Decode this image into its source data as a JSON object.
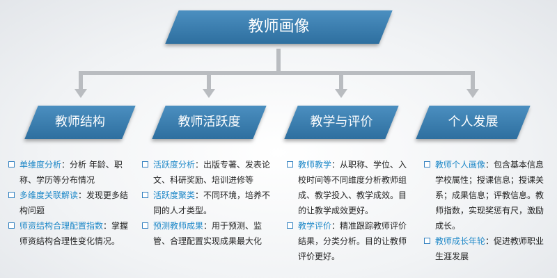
{
  "root": {
    "label": "教师画像"
  },
  "branches": [
    {
      "label": "教师结构",
      "items": [
        {
          "title": "单维度分析",
          "desc": "：分析 年龄、职称、学历等分布情况"
        },
        {
          "title": "多维度关联解读",
          "desc": "：发现更多结构问题"
        },
        {
          "title": "师资结构合理配置指数",
          "desc": "：掌握师资结构合理性变化情况。"
        }
      ]
    },
    {
      "label": "教师活跃度",
      "items": [
        {
          "title": "活跃度分析",
          "desc": "：出版专著、发表论文、科研奖励、培训进修等"
        },
        {
          "title": "活跃度聚类",
          "desc": "：不同环境，培养不同的人才类型。"
        },
        {
          "title": "预测教师成果",
          "desc": "：用于预测、监管、合理配置实现成果最大化"
        }
      ]
    },
    {
      "label": "教学与评价",
      "items": [
        {
          "title": "教师教学",
          "desc": "：从职称、学位、入校时间等不同维度分析教师组成、教学投入、教学成效。目的让教学成效更好。"
        },
        {
          "title": "教学评价",
          "desc": "：精准跟踪教师评价结果，分类分析。目的让教师评价更好。"
        }
      ]
    },
    {
      "label": "个人发展",
      "items": [
        {
          "title": "教师个人画像",
          "desc": "：包含基本信息学校属性；授课信息；授课关系；成果信息；评教信息。教师指数，实现奖惩有尺，激励成长。"
        },
        {
          "title": "教师成长年轮",
          "desc": "：促进教师职业生涯发展"
        }
      ]
    }
  ]
}
